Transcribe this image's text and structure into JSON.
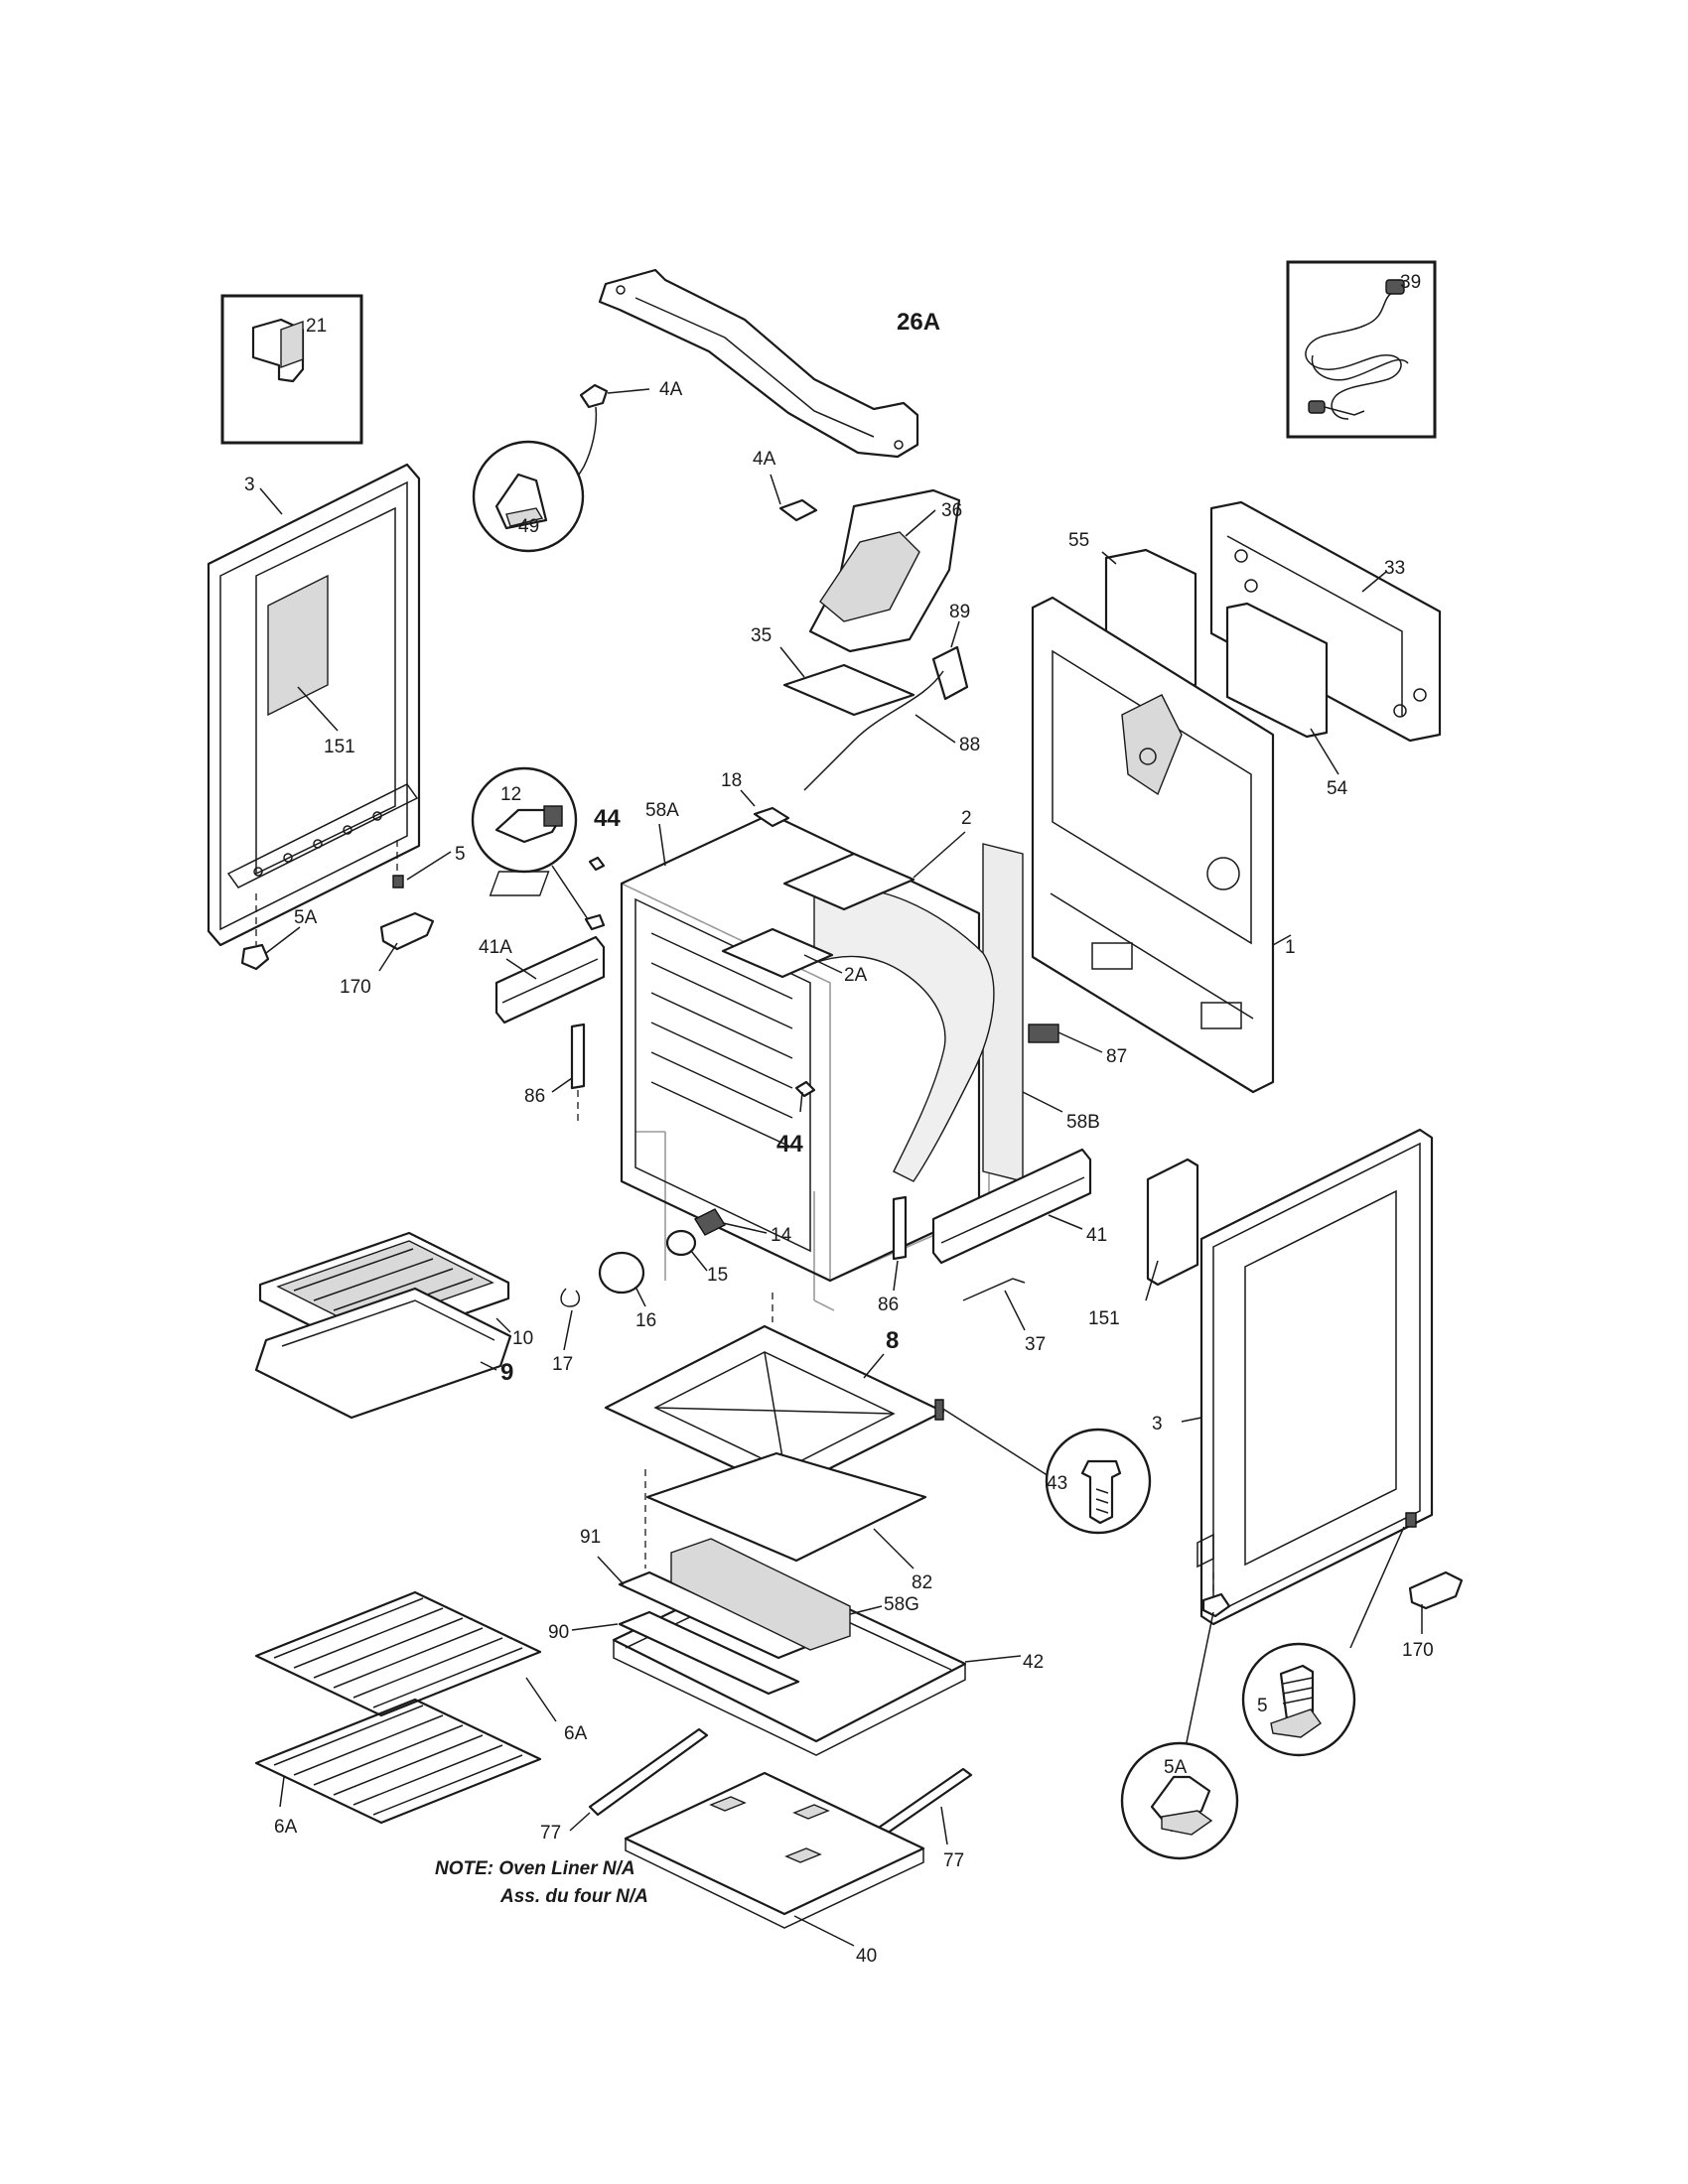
{
  "callouts": {
    "c21": "21",
    "c39": "39",
    "c26A": "26A",
    "c4A_top": "4A",
    "c4A_mid": "4A",
    "c49": "49",
    "c3_left": "3",
    "c151_left": "151",
    "c36": "36",
    "c55": "55",
    "c33": "33",
    "c89": "89",
    "c35": "35",
    "c88": "88",
    "c54": "54",
    "c12": "12",
    "c44_top": "44",
    "c58A": "58A",
    "c18": "18",
    "c2": "2",
    "c5_left": "5",
    "c5A_left": "5A",
    "c170_left": "170",
    "c41A": "41A",
    "c2A": "2A",
    "c1": "1",
    "c87": "87",
    "c86_left": "86",
    "c58B": "58B",
    "c44_mid": "44",
    "c14": "14",
    "c15": "15",
    "c41": "41",
    "c151_right": "151",
    "c10": "10",
    "c9": "9",
    "c17": "17",
    "c16": "16",
    "c86_right": "86",
    "c37": "37",
    "c8": "8",
    "c43": "43",
    "c3_right": "3",
    "c91": "91",
    "c82": "82",
    "c58G": "58G",
    "c90": "90",
    "c42": "42",
    "c170_right": "170",
    "c5_right": "5",
    "c5A_right": "5A",
    "c6A_right": "6A",
    "c6A_left": "6A",
    "c77_left": "77",
    "c77_right": "77",
    "c40": "40"
  },
  "note": {
    "line1": "NOTE: Oven Liner N/A",
    "line2": "Ass. du four N/A"
  }
}
